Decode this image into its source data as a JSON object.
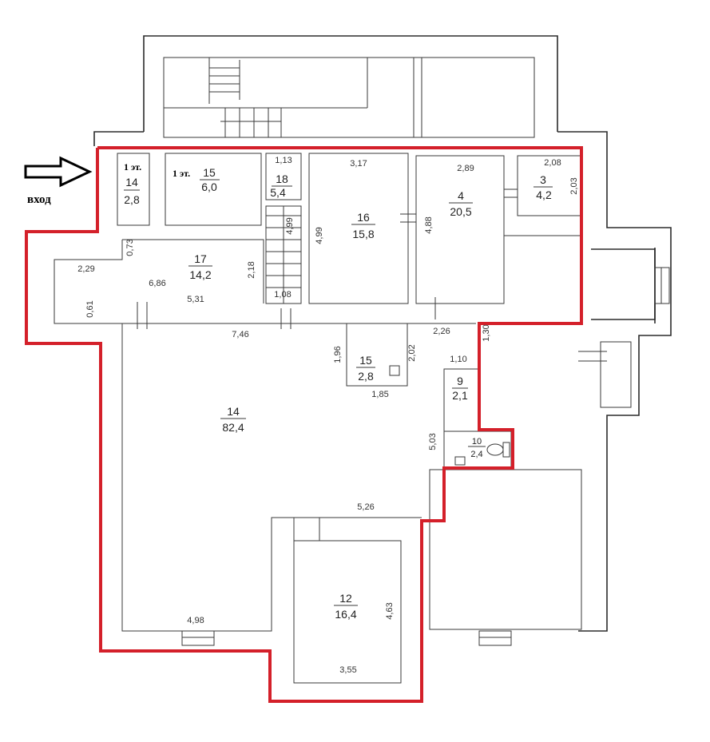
{
  "entrance_label": "вход",
  "floor_note": "1 эт.",
  "rooms": [
    {
      "key": "r14a",
      "id": "14",
      "area": "2,8"
    },
    {
      "key": "r15a",
      "id": "15",
      "area": "6,0"
    },
    {
      "key": "r18",
      "id": "18",
      "area": "5,4"
    },
    {
      "key": "r16",
      "id": "16",
      "area": "15,8"
    },
    {
      "key": "r4",
      "id": "4",
      "area": "20,5"
    },
    {
      "key": "r3",
      "id": "3",
      "area": "4,2"
    },
    {
      "key": "r17",
      "id": "17",
      "area": "14,2"
    },
    {
      "key": "r15b",
      "id": "15",
      "area": "2,8"
    },
    {
      "key": "r9",
      "id": "9",
      "area": "2,1"
    },
    {
      "key": "r10",
      "id": "10",
      "area": "2,4"
    },
    {
      "key": "r14b",
      "id": "14",
      "area": "82,4"
    },
    {
      "key": "r12",
      "id": "12",
      "area": "16,4"
    }
  ],
  "dimensions": [
    "1,13",
    "3,17",
    "2,89",
    "2,08",
    "2,03",
    "4,99",
    "4,88",
    "4,99",
    "0,73",
    "2,29",
    "6,86",
    "2,18",
    "5,31",
    "0,61",
    "1,08",
    "7,46",
    "1,96",
    "2,02",
    "2,26",
    "1,30",
    "1,10",
    "1,85",
    "5,03",
    "5,26",
    "4,63",
    "4,98",
    "3,55"
  ]
}
